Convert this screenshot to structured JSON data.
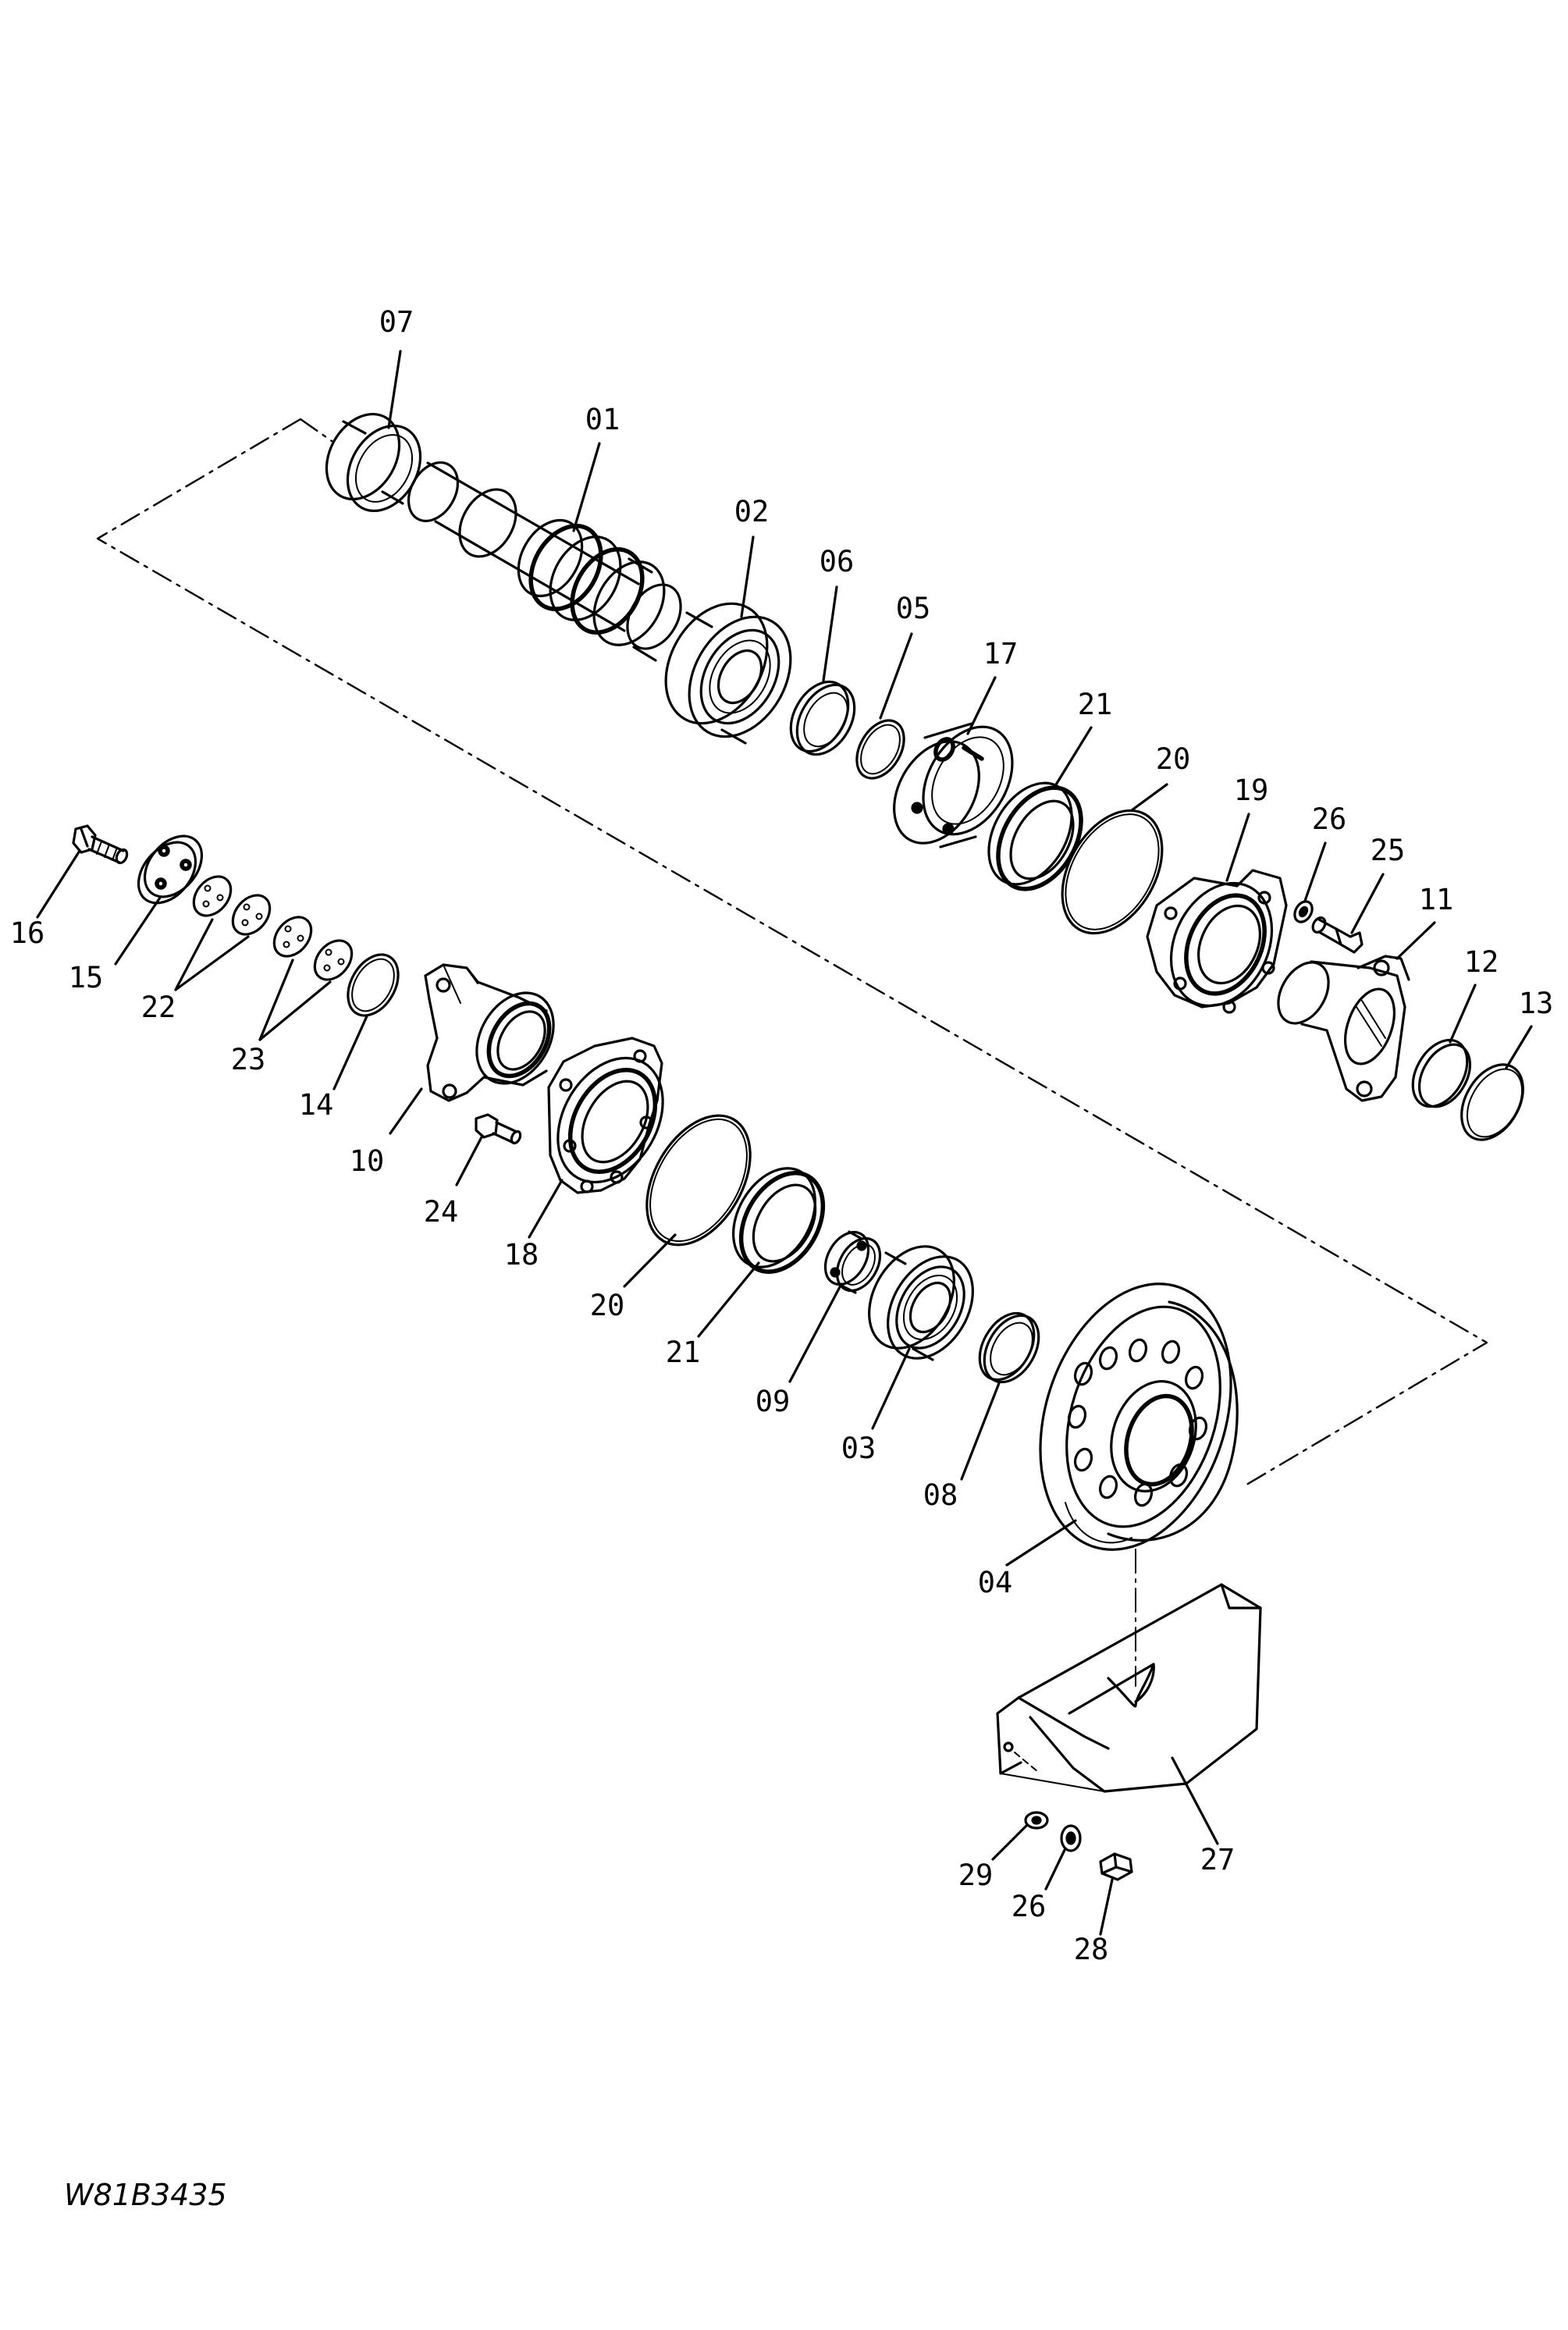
{
  "drawing_code": "W81B3435",
  "part_labels": {
    "p07": "07",
    "p01": "01",
    "p02": "02",
    "p06": "06",
    "p05": "05",
    "p17": "17",
    "p21a": "21",
    "p20a": "20",
    "p19": "19",
    "p26a": "26",
    "p25": "25",
    "p11": "11",
    "p12": "12",
    "p13": "13",
    "p16": "16",
    "p15": "15",
    "p22": "22",
    "p23": "23",
    "p14": "14",
    "p10": "10",
    "p24": "24",
    "p18": "18",
    "p20b": "20",
    "p21b": "21",
    "p09": "09",
    "p03": "03",
    "p08": "08",
    "p04": "04",
    "p27": "27",
    "p29": "29",
    "p26b": "26",
    "p28": "28"
  }
}
